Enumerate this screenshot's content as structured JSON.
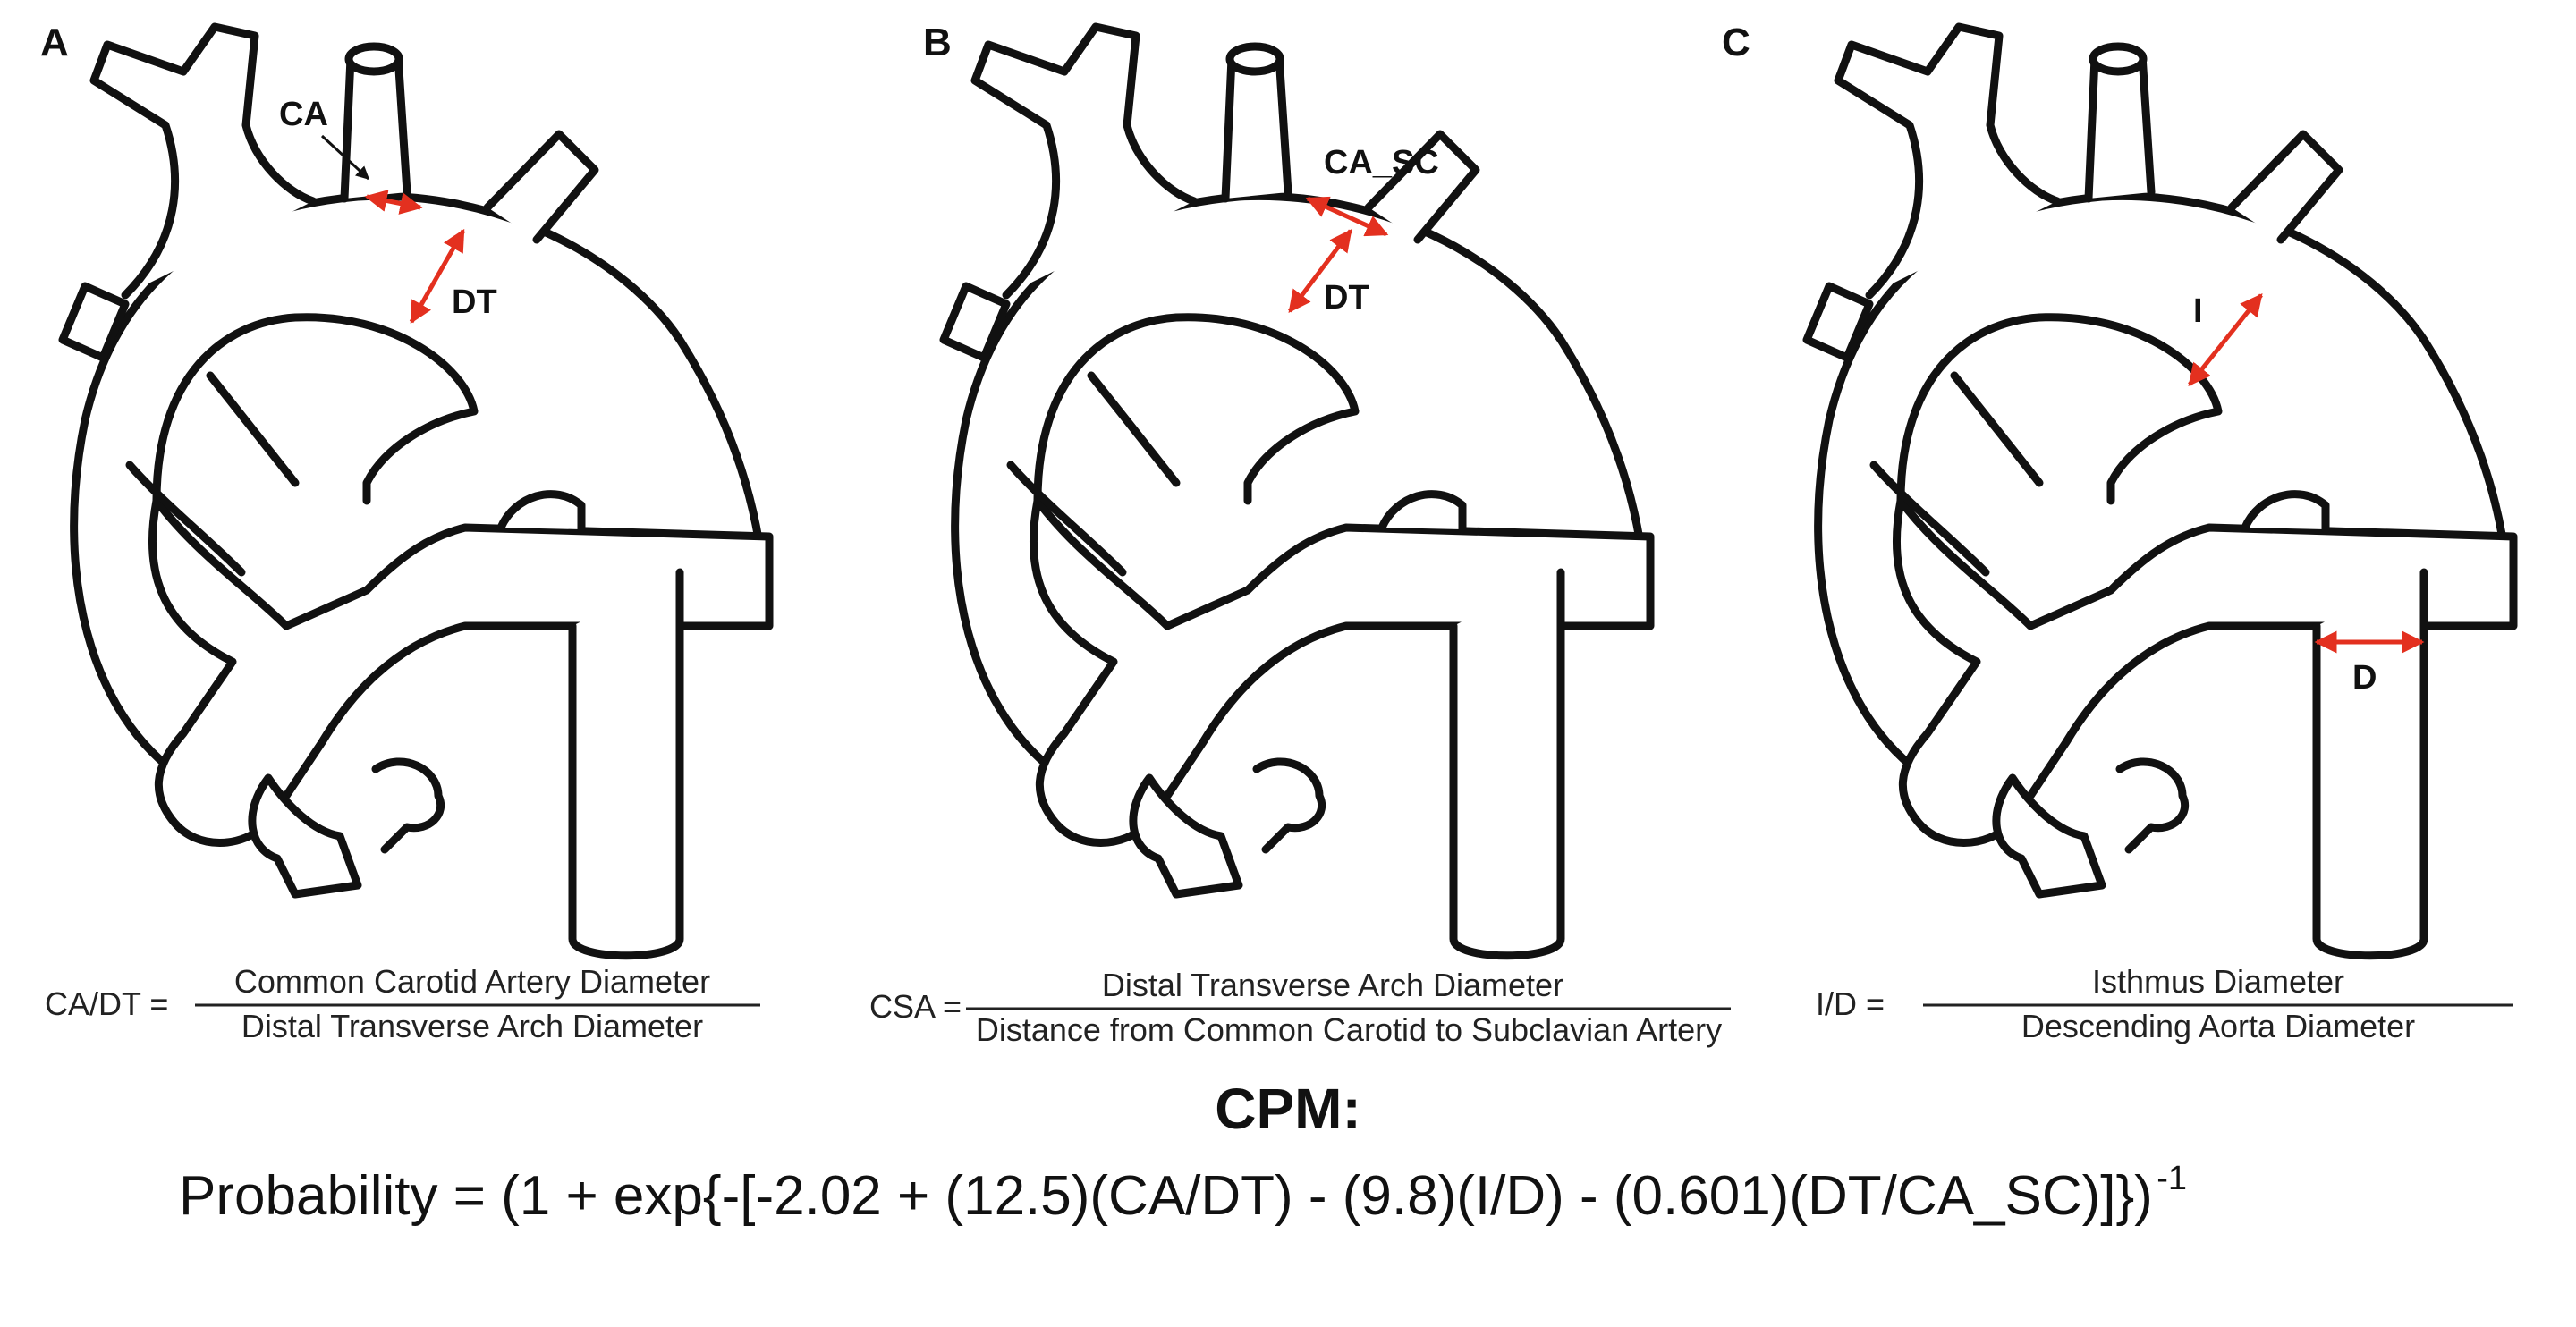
{
  "panels": [
    {
      "letter": "A",
      "labels": {
        "first": "CA",
        "second": "DT"
      },
      "formula": {
        "lhs": "CA/DT =",
        "numerator": "Common Carotid Artery Diameter",
        "denominator": "Distal Transverse Arch Diameter"
      }
    },
    {
      "letter": "B",
      "labels": {
        "first": "CA_SC",
        "second": "DT"
      },
      "formula": {
        "lhs": "CSA =",
        "numerator": "Distal Transverse Arch Diameter",
        "denominator": "Distance from Common Carotid to Subclavian Artery"
      }
    },
    {
      "letter": "C",
      "labels": {
        "first": "I",
        "second": "D"
      },
      "formula": {
        "lhs": "I/D =",
        "numerator": "Isthmus Diameter",
        "denominator": "Descending Aorta Diameter"
      }
    }
  ],
  "cpm": {
    "title": "CPM:",
    "equation": "Probability = (1 + exp{-[-2.02 + (12.5)(CA/DT) - (9.8)(I/D) - (0.601)(DT/CA_SC)]})",
    "exponent": "-1"
  },
  "colors": {
    "arrow": "#e3301f",
    "outline": "#111111"
  }
}
